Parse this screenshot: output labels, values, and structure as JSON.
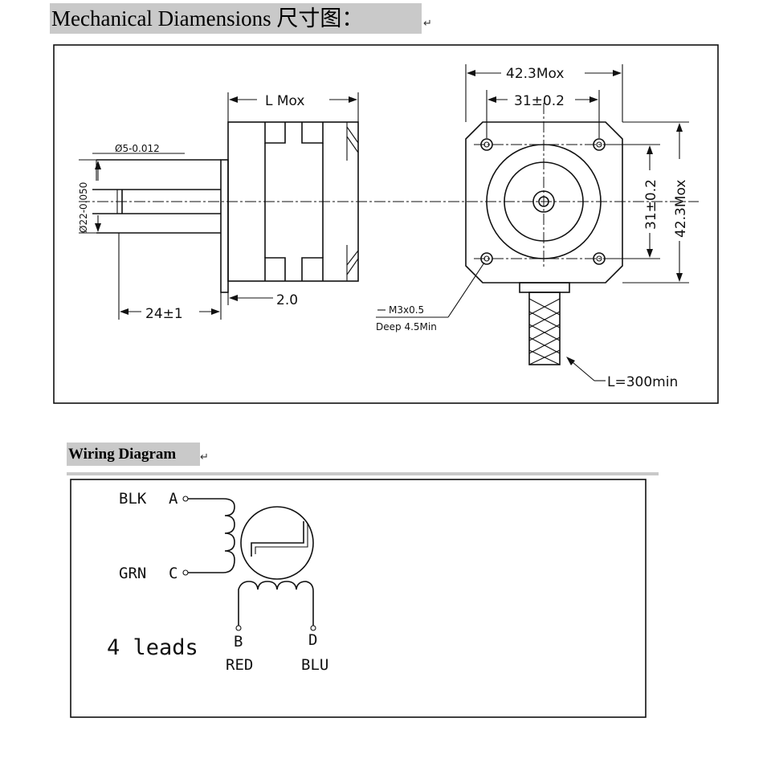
{
  "mechanical": {
    "heading": "Mechanical Diamensions 尺寸图：",
    "para_mark": "↵",
    "dims": {
      "overall_width": "42.3Mox",
      "hole_spacing": "31±0.2",
      "length": "L  Mox",
      "shaft_dia": "Ø5-0.012",
      "boss_dia": "Ø22-0.050",
      "shaft_length": "24±1",
      "boss_height": "2.0",
      "hole_spacing_vert": "31±0.2",
      "overall_height": "42.3Mox",
      "screw": "M3x0.5",
      "screw_depth": "Deep 4.5Min",
      "cable": "L=300min"
    }
  },
  "wiring": {
    "heading": "Wiring Diagram",
    "para_mark": "↵",
    "leads": {
      "a_color": "BLK",
      "a_label": "A",
      "c_color": "GRN",
      "c_label": "C",
      "b_label": "B",
      "b_color": "RED",
      "d_label": "D",
      "d_color": "BLU"
    },
    "lead_count": "4 leads"
  }
}
